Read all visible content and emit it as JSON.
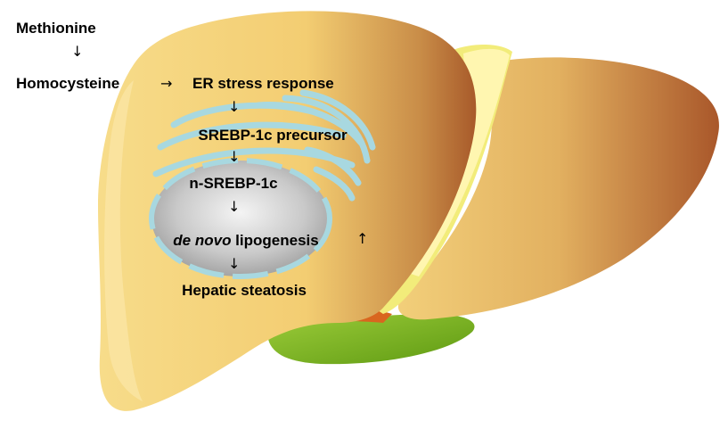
{
  "diagram": {
    "steps": {
      "methionine": "Methionine",
      "homocysteine": "Homocysteine",
      "er_stress": "ER stress response",
      "srebp_precursor": "SREBP-1c precursor",
      "n_srebp": "n-SREBP-1c",
      "lipogenesis_italic": "de novo",
      "lipogenesis_rest": " lipogenesis",
      "steatosis": "Hepatic steatosis"
    },
    "arrows": {
      "down": "↓",
      "right": "→",
      "up": "↑"
    },
    "colors": {
      "liver_light": "#f5d27a",
      "liver_dark": "#b0602c",
      "gallbladder": "#7ab51d",
      "ligament": "#fff3a0",
      "er_membrane": "#a8d8e0",
      "nucleus": "#c8c8c8"
    }
  }
}
